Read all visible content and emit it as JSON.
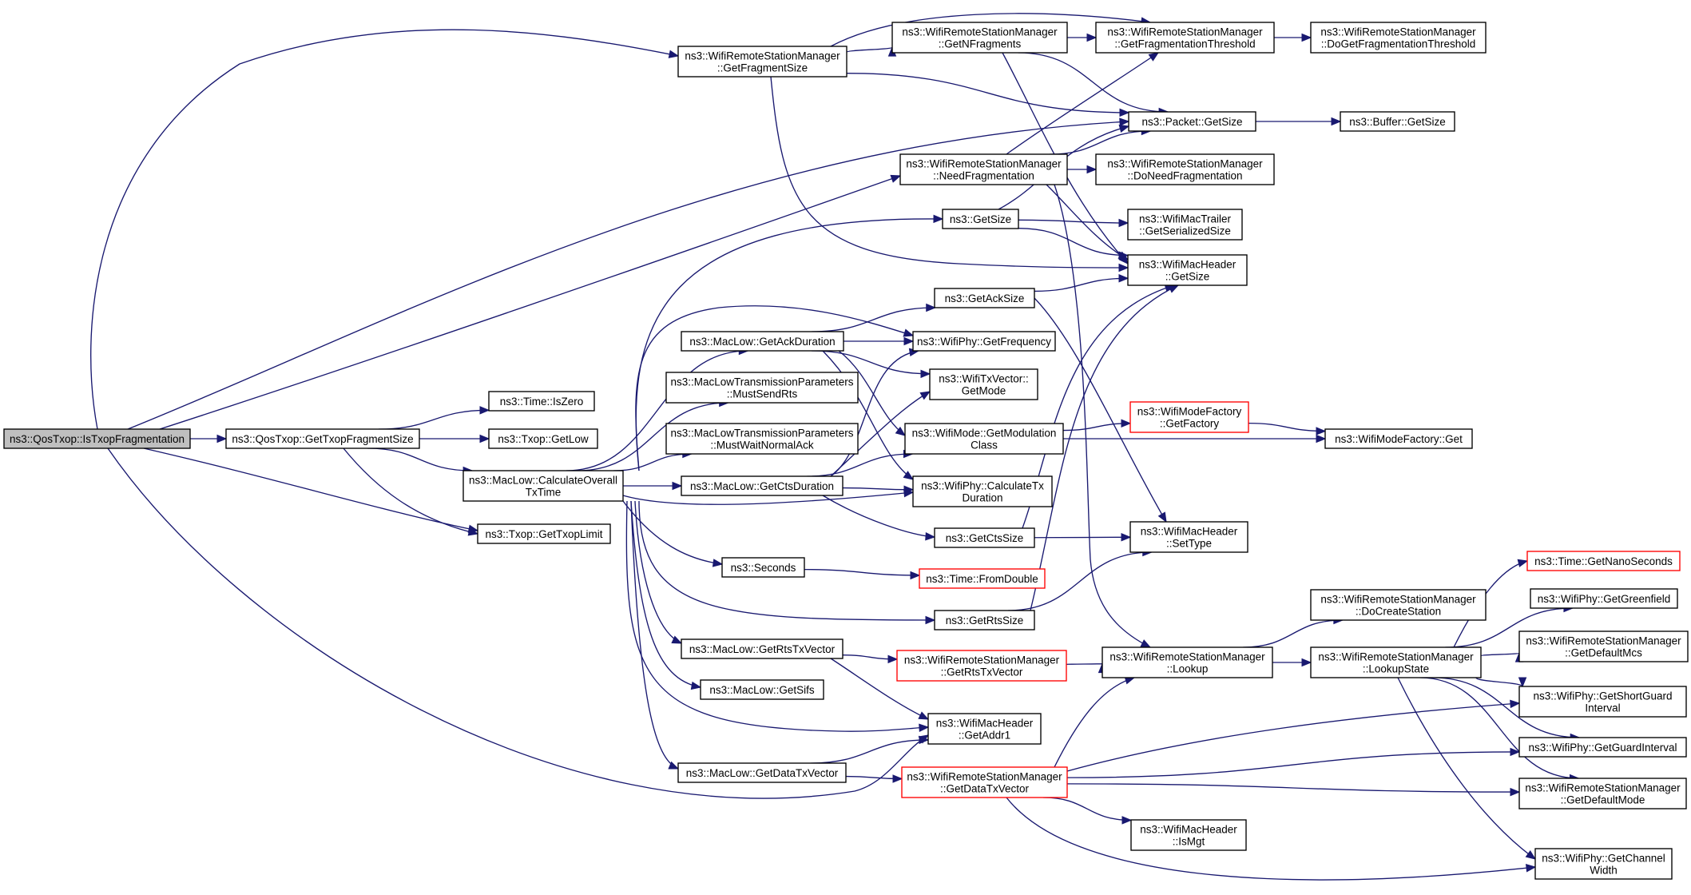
{
  "colors": {
    "edge": "#191970",
    "root_fill": "#bfbfbf",
    "truncated_border": "#ff0000",
    "border": "#000000"
  },
  "nodes": [
    {
      "id": "isTxopFrag",
      "lines": [
        "ns3::QosTxop::IsTxopFragmentation"
      ],
      "root": true
    },
    {
      "id": "getTxopFragSize",
      "lines": [
        "ns3::QosTxop::GetTxopFragmentSize"
      ]
    },
    {
      "id": "getFragSize",
      "lines": [
        "ns3::WifiRemoteStationManager",
        "::GetFragmentSize"
      ]
    },
    {
      "id": "getNFrag",
      "lines": [
        "ns3::WifiRemoteStationManager",
        "::GetNFragments"
      ]
    },
    {
      "id": "getFragThresh",
      "lines": [
        "ns3::WifiRemoteStationManager",
        "::GetFragmentationThreshold"
      ]
    },
    {
      "id": "doGetFragThresh",
      "lines": [
        "ns3::WifiRemoteStationManager",
        "::DoGetFragmentationThreshold"
      ]
    },
    {
      "id": "packetGetSize",
      "lines": [
        "ns3::Packet::GetSize"
      ]
    },
    {
      "id": "bufferGetSize",
      "lines": [
        "ns3::Buffer::GetSize"
      ]
    },
    {
      "id": "needFrag",
      "lines": [
        "ns3::WifiRemoteStationManager",
        "::NeedFragmentation"
      ]
    },
    {
      "id": "doNeedFrag",
      "lines": [
        "ns3::WifiRemoteStationManager",
        "::DoNeedFragmentation"
      ]
    },
    {
      "id": "getSize",
      "lines": [
        "ns3::GetSize"
      ]
    },
    {
      "id": "trailerSize",
      "lines": [
        "ns3::WifiMacTrailer",
        "::GetSerializedSize"
      ]
    },
    {
      "id": "macHdrGetSize",
      "lines": [
        "ns3::WifiMacHeader",
        "::GetSize"
      ]
    },
    {
      "id": "getAckSize",
      "lines": [
        "ns3::GetAckSize"
      ]
    },
    {
      "id": "getAckDuration",
      "lines": [
        "ns3::MacLow::GetAckDuration"
      ]
    },
    {
      "id": "getFrequency",
      "lines": [
        "ns3::WifiPhy::GetFrequency"
      ]
    },
    {
      "id": "txVectorGetMode",
      "lines": [
        "ns3::WifiTxVector::",
        "GetMode"
      ]
    },
    {
      "id": "mustSendRts",
      "lines": [
        "ns3::MacLowTransmissionParameters",
        "::MustSendRts"
      ]
    },
    {
      "id": "mustWaitAck",
      "lines": [
        "ns3::MacLowTransmissionParameters",
        "::MustWaitNormalAck"
      ]
    },
    {
      "id": "modulationClass",
      "lines": [
        "ns3::WifiMode::GetModulation",
        "Class"
      ]
    },
    {
      "id": "getFactory",
      "lines": [
        "ns3::WifiModeFactory",
        "::GetFactory"
      ],
      "red": true
    },
    {
      "id": "factoryGet",
      "lines": [
        "ns3::WifiModeFactory::Get"
      ]
    },
    {
      "id": "timeIsZero",
      "lines": [
        "ns3::Time::IsZero"
      ]
    },
    {
      "id": "txopGetLow",
      "lines": [
        "ns3::Txop::GetLow"
      ]
    },
    {
      "id": "calcTxTime",
      "lines": [
        "ns3::MacLow::CalculateOverall",
        "TxTime"
      ]
    },
    {
      "id": "getCtsDuration",
      "lines": [
        "ns3::MacLow::GetCtsDuration"
      ]
    },
    {
      "id": "calcTxDuration",
      "lines": [
        "ns3::WifiPhy::CalculateTx",
        "Duration"
      ]
    },
    {
      "id": "txopLimit",
      "lines": [
        "ns3::Txop::GetTxopLimit"
      ]
    },
    {
      "id": "getCtsSize",
      "lines": [
        "ns3::GetCtsSize"
      ]
    },
    {
      "id": "setType",
      "lines": [
        "ns3::WifiMacHeader",
        "::SetType"
      ]
    },
    {
      "id": "seconds",
      "lines": [
        "ns3::Seconds"
      ]
    },
    {
      "id": "fromDouble",
      "lines": [
        "ns3::Time::FromDouble"
      ],
      "red": true
    },
    {
      "id": "getRtsSize",
      "lines": [
        "ns3::GetRtsSize"
      ]
    },
    {
      "id": "doCreateStation",
      "lines": [
        "ns3::WifiRemoteStationManager",
        "::DoCreateStation"
      ]
    },
    {
      "id": "getRtsTxVector",
      "lines": [
        "ns3::MacLow::GetRtsTxVector"
      ]
    },
    {
      "id": "wrsmGetRtsTxVector",
      "lines": [
        "ns3::WifiRemoteStationManager",
        "::GetRtsTxVector"
      ],
      "red": true
    },
    {
      "id": "lookup",
      "lines": [
        "ns3::WifiRemoteStationManager",
        "::Lookup"
      ]
    },
    {
      "id": "lookupState",
      "lines": [
        "ns3::WifiRemoteStationManager",
        "::LookupState"
      ]
    },
    {
      "id": "getNanoSeconds",
      "lines": [
        "ns3::Time::GetNanoSeconds"
      ],
      "red": true
    },
    {
      "id": "greenfield",
      "lines": [
        "ns3::WifiPhy::GetGreenfield"
      ]
    },
    {
      "id": "defaultMcs",
      "lines": [
        "ns3::WifiRemoteStationManager",
        "::GetDefaultMcs"
      ]
    },
    {
      "id": "getSifs",
      "lines": [
        "ns3::MacLow::GetSifs"
      ]
    },
    {
      "id": "shortGuard",
      "lines": [
        "ns3::WifiPhy::GetShortGuard",
        "Interval"
      ]
    },
    {
      "id": "getAddr1",
      "lines": [
        "ns3::WifiMacHeader",
        "::GetAddr1"
      ]
    },
    {
      "id": "guardInterval",
      "lines": [
        "ns3::WifiPhy::GetGuardInterval"
      ]
    },
    {
      "id": "getDataTxVector",
      "lines": [
        "ns3::MacLow::GetDataTxVector"
      ]
    },
    {
      "id": "wrsmGetDataTxVector",
      "lines": [
        "ns3::WifiRemoteStationManager",
        "::GetDataTxVector"
      ],
      "red": true
    },
    {
      "id": "defaultMode",
      "lines": [
        "ns3::WifiRemoteStationManager",
        "::GetDefaultMode"
      ]
    },
    {
      "id": "isMgt",
      "lines": [
        "ns3::WifiMacHeader",
        "::IsMgt"
      ]
    },
    {
      "id": "channelWidth",
      "lines": [
        "ns3::WifiPhy::GetChannel",
        "Width"
      ]
    }
  ],
  "edges": [
    [
      "isTxopFrag",
      "getTxopFragSize"
    ],
    [
      "isTxopFrag",
      "getFragSize"
    ],
    [
      "isTxopFrag",
      "packetGetSize"
    ],
    [
      "isTxopFrag",
      "needFrag"
    ],
    [
      "isTxopFrag",
      "txopLimit"
    ],
    [
      "isTxopFrag",
      "getAddr1"
    ],
    [
      "getTxopFragSize",
      "timeIsZero"
    ],
    [
      "getTxopFragSize",
      "txopGetLow"
    ],
    [
      "getTxopFragSize",
      "calcTxTime"
    ],
    [
      "getTxopFragSize",
      "txopLimit"
    ],
    [
      "getFragSize",
      "getNFrag"
    ],
    [
      "getFragSize",
      "getFragThresh"
    ],
    [
      "getFragSize",
      "packetGetSize"
    ],
    [
      "getFragSize",
      "macHdrGetSize"
    ],
    [
      "getNFrag",
      "getFragThresh"
    ],
    [
      "getNFrag",
      "packetGetSize"
    ],
    [
      "getNFrag",
      "macHdrGetSize"
    ],
    [
      "getFragThresh",
      "doGetFragThresh"
    ],
    [
      "packetGetSize",
      "bufferGetSize"
    ],
    [
      "needFrag",
      "getFragThresh"
    ],
    [
      "needFrag",
      "packetGetSize"
    ],
    [
      "needFrag",
      "doNeedFrag"
    ],
    [
      "needFrag",
      "macHdrGetSize"
    ],
    [
      "needFrag",
      "lookup"
    ],
    [
      "getSize",
      "packetGetSize"
    ],
    [
      "getSize",
      "trailerSize"
    ],
    [
      "getSize",
      "macHdrGetSize"
    ],
    [
      "getAckSize",
      "macHdrGetSize"
    ],
    [
      "getAckSize",
      "setType"
    ],
    [
      "calcTxTime",
      "getSize"
    ],
    [
      "calcTxTime",
      "getAckDuration"
    ],
    [
      "calcTxTime",
      "getFrequency"
    ],
    [
      "calcTxTime",
      "mustSendRts"
    ],
    [
      "calcTxTime",
      "mustWaitAck"
    ],
    [
      "calcTxTime",
      "getCtsDuration"
    ],
    [
      "calcTxTime",
      "calcTxDuration"
    ],
    [
      "calcTxTime",
      "seconds"
    ],
    [
      "calcTxTime",
      "getRtsSize"
    ],
    [
      "calcTxTime",
      "getRtsTxVector"
    ],
    [
      "calcTxTime",
      "getSifs"
    ],
    [
      "calcTxTime",
      "getAddr1"
    ],
    [
      "calcTxTime",
      "getDataTxVector"
    ],
    [
      "getAckDuration",
      "getAckSize"
    ],
    [
      "getAckDuration",
      "getFrequency"
    ],
    [
      "getAckDuration",
      "txVectorGetMode"
    ],
    [
      "getAckDuration",
      "modulationClass"
    ],
    [
      "getAckDuration",
      "calcTxDuration"
    ],
    [
      "getCtsDuration",
      "getFrequency"
    ],
    [
      "getCtsDuration",
      "txVectorGetMode"
    ],
    [
      "getCtsDuration",
      "modulationClass"
    ],
    [
      "getCtsDuration",
      "calcTxDuration"
    ],
    [
      "getCtsDuration",
      "getCtsSize"
    ],
    [
      "modulationClass",
      "getFactory"
    ],
    [
      "modulationClass",
      "factoryGet"
    ],
    [
      "getFactory",
      "factoryGet"
    ],
    [
      "getCtsSize",
      "macHdrGetSize"
    ],
    [
      "getCtsSize",
      "setType"
    ],
    [
      "seconds",
      "fromDouble"
    ],
    [
      "getRtsSize",
      "macHdrGetSize"
    ],
    [
      "getRtsSize",
      "setType"
    ],
    [
      "getRtsTxVector",
      "wrsmGetRtsTxVector"
    ],
    [
      "getRtsTxVector",
      "getAddr1"
    ],
    [
      "wrsmGetRtsTxVector",
      "lookup"
    ],
    [
      "lookup",
      "doCreateStation"
    ],
    [
      "lookup",
      "lookupState"
    ],
    [
      "lookupState",
      "getNanoSeconds"
    ],
    [
      "lookupState",
      "greenfield"
    ],
    [
      "lookupState",
      "defaultMcs"
    ],
    [
      "lookupState",
      "shortGuard"
    ],
    [
      "lookupState",
      "guardInterval"
    ],
    [
      "lookupState",
      "defaultMode"
    ],
    [
      "lookupState",
      "channelWidth"
    ],
    [
      "getDataTxVector",
      "getAddr1"
    ],
    [
      "getDataTxVector",
      "wrsmGetDataTxVector"
    ],
    [
      "wrsmGetDataTxVector",
      "lookup"
    ],
    [
      "wrsmGetDataTxVector",
      "shortGuard"
    ],
    [
      "wrsmGetDataTxVector",
      "guardInterval"
    ],
    [
      "wrsmGetDataTxVector",
      "defaultMode"
    ],
    [
      "wrsmGetDataTxVector",
      "isMgt"
    ],
    [
      "wrsmGetDataTxVector",
      "channelWidth"
    ]
  ]
}
